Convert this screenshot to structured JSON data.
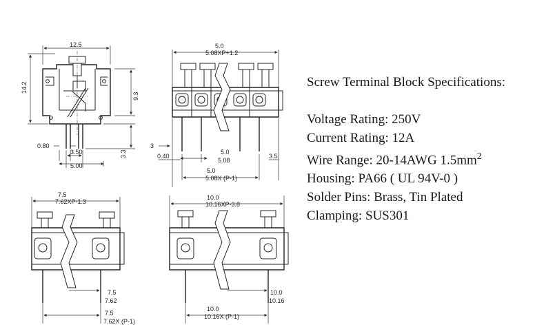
{
  "specs": {
    "title": "Screw Terminal Block Specifications:",
    "lines": [
      {
        "label": "Voltage Rating:",
        "value": "250V"
      },
      {
        "label": "Current Rating:",
        "value": "12A"
      },
      {
        "label": "Wire Range:",
        "value": "20-14AWG 1.5mm",
        "sup": "2"
      },
      {
        "label": "Housing:",
        "value": "PA66 ( UL 94V-0 )"
      },
      {
        "label": "Solder Pins:",
        "value": " Brass, Tin Plated"
      },
      {
        "label": "Clamping:",
        "value": "SUS301"
      }
    ]
  },
  "side_view": {
    "width": "12.5",
    "height": "14.2",
    "body_height": "9.3",
    "pin_offset": "0.80",
    "pin_pitch_a": "3.50",
    "pin_pitch_b": "5.00",
    "pin_length": "3.3"
  },
  "view_5_08": {
    "pitch_top_a": "5.0",
    "pitch_top_b": "5.08XP+1.2",
    "left_a": "3",
    "left_b": "0.40",
    "pitch_a": "5.0",
    "pitch_b": "5.08",
    "right": "3.5",
    "bottom_a": "5.0",
    "bottom_b": "5.08X (P-1)"
  },
  "view_7_62": {
    "top_a": "7.5",
    "top_b": "7.62XP-1.3",
    "pitch_a": "7.5",
    "pitch_b": "7.62",
    "bottom_a": "7.5",
    "bottom_b": "7.62X (P-1)"
  },
  "view_10_16": {
    "top_a": "10.0",
    "top_b": "10.16XP-3.8",
    "pitch_a": "10.0",
    "pitch_b": "10.16",
    "bottom_a": "10.0",
    "bottom_b": "10.16X (P-1)"
  }
}
